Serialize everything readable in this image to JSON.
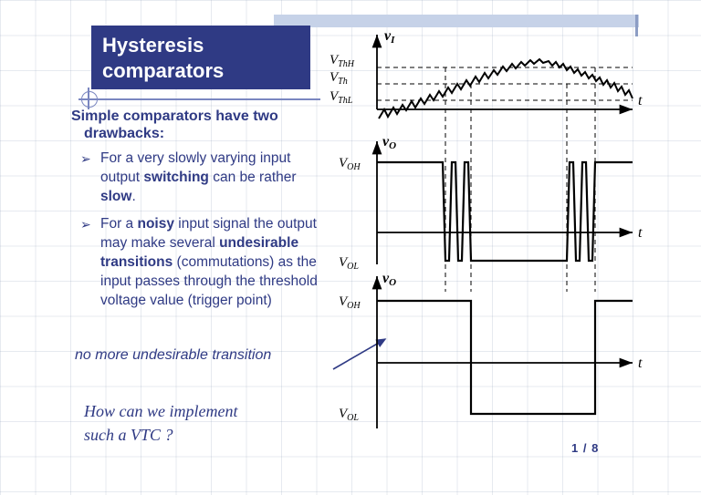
{
  "slide": {
    "title_line1": "Hysteresis",
    "title_line2": "comparators",
    "lead_line1": "Simple comparators have two",
    "lead_line2": "drawbacks:",
    "bullets": [
      {
        "marker": "➢",
        "parts": [
          {
            "t": "For a very slowly varying input ",
            "bold": false
          },
          {
            "t": "output ",
            "bold": false
          },
          {
            "t": "switching",
            "bold": true
          },
          {
            "t": " can be rather ",
            "bold": false
          },
          {
            "t": "slow",
            "bold": true
          },
          {
            "t": ".",
            "bold": false
          }
        ],
        "text": "For a very slowly varying input output switching can be rather slow."
      },
      {
        "marker": "➢",
        "text": "For a noisy input signal the output may make several undesirable transitions (commutations) as the input passes through the threshold voltage value (trigger point)"
      }
    ],
    "note": "no more undesirable transition",
    "question_line1": "How can we implement",
    "question_line2": "such a VTC ?",
    "page_number": "1 / 8"
  },
  "figure": {
    "labels": {
      "vI": "v",
      "vI_sub": "I",
      "vO_top": "v",
      "vO_top_sub": "O",
      "vO_bottom": "v",
      "vO_bottom_sub": "O",
      "VThH": "V",
      "VThH_sub": "ThH",
      "VTh": "V",
      "VTh_sub": "Th",
      "VThL": "V",
      "VThL_sub": "ThL",
      "VOH1": "V",
      "VOH1_sub": "OH",
      "VOL1": "V",
      "VOL1_sub": "OL",
      "VOH2": "V",
      "VOH2_sub": "OH",
      "VOL2": "V",
      "VOL2_sub": "OL",
      "t1": "t",
      "t2": "t",
      "t3": "t"
    }
  },
  "colors": {
    "accent_dark_blue": "#2f3a84",
    "title_band": "#2f3a84",
    "top_bar": "#c6d2e8",
    "grid_line": "#8ba0c4",
    "plot_black": "#000000"
  }
}
